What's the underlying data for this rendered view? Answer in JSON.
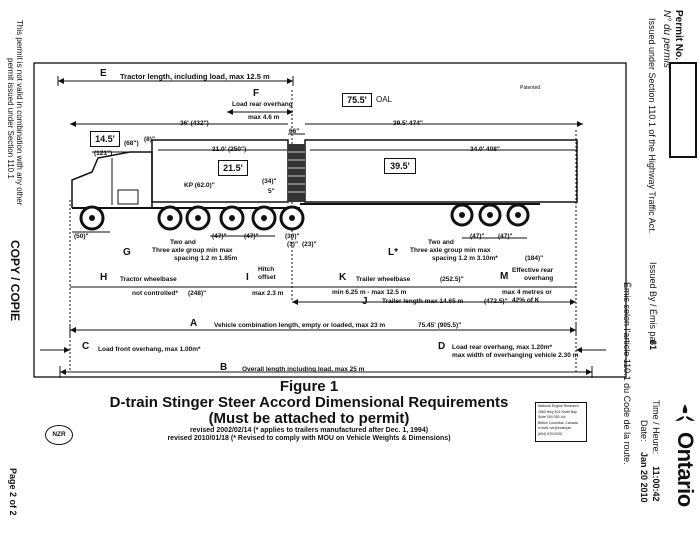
{
  "left_margin": {
    "validity_note_1": "This permit is not valid in combination with any other",
    "validity_note_2": "permit issued under Section 110.1",
    "copy_label": "COPY / COPIE",
    "page_label": "Page 2 of 2"
  },
  "right_margin": {
    "permit_no_label": "Permit No.",
    "permit_no_label_fr": "N° du permis",
    "issued_under": "Issued under Section 110.1 of the Highway Traffic Act.",
    "issued_by_label": "Issued By / Émis par",
    "issued_by_value": "61",
    "issued_under_fr": "Émis selon l'article 110.1 du Code de la route.",
    "time_label": "Time / Heure:",
    "time_value": "11:00:42",
    "date_label": "Date:",
    "date_value": "Jan 20 2010",
    "brand": "Ontario"
  },
  "diagram": {
    "E": "E",
    "E_label": "Tractor length, including load, max 12.5 m",
    "F": "F",
    "F_label_1": "Load rear overhang",
    "F_label_2": "max 4.6 m",
    "oal_value": "75.5'",
    "oal_label": "OAL",
    "patented": "Patented",
    "box_14_5": "14.5'",
    "box_21_5": "21.5'",
    "box_39_5": "39.5'",
    "dim_36": "36' (432\")",
    "dim_39_5": "39.5'  474\"",
    "dim_66": "66\"",
    "dim_21": "21.0' (250\")",
    "dim_34": "34.0'  408\"",
    "dim_68": "(68\")",
    "dim_8": "(8)\"",
    "dim_121": "(121\")",
    "dim_kp": "KP (62.0)\"",
    "dim_34in": "(34)\"",
    "dim_5": "5\"",
    "dim_50": "(50)\"",
    "dim_47a": "(47)\"",
    "dim_47b": "(47)\"",
    "dim_30": "(30)\"",
    "dim_1": "(1)\"",
    "dim_23": "(23)\"",
    "dim_47c": "(47)\"",
    "dim_47d": "(47)\"",
    "dim_184": "(184)\"",
    "G": "G",
    "G_label_1": "Two and",
    "G_label_2": "Three axle group  min max",
    "G_label_3": "spacing  1.2 m  1.85m",
    "L": "L*",
    "L_label_1": "Two and",
    "L_label_2": "Three axle group  min max",
    "L_label_3": "spacing  1.2 m  3.10m*",
    "H": "H",
    "H_label": "Tractor wheelbase",
    "H_sub": "not controlled*",
    "dim_248": "(248)\"",
    "I": "I",
    "I_label_1": "Hitch",
    "I_label_2": "offset",
    "I_sub": "max 2.3 m",
    "K": "K",
    "K_label": "Trailer wheelbase",
    "K_sub": "min 6.25 m - max 12.5 m",
    "dim_252": "(252.5)\"",
    "M": "M",
    "M_label_1": "Effective rear",
    "M_label_2": "overhang",
    "M_sub_1": "max 4 metres or",
    "M_sub_2": "42% of K",
    "J": "J",
    "J_label": "Trailer length max 14.65 m",
    "dim_472": "(472.5)\"",
    "A": "A",
    "A_label": "Vehicle combination length, empty or loaded, max 23 m",
    "dim_905": "75.45' (905.5)\"",
    "C": "C",
    "C_label": "Load front overhang, max 1.00m*",
    "D": "D",
    "D_label_1": "Load rear overhang, max 1.20m*",
    "D_label_2": "max width of overhanging vehicle 2.30 m",
    "B": "B",
    "B_label": "Overall length including load, max 25 m"
  },
  "caption": {
    "figure": "Figure 1",
    "title": "D-train Stinger Steer Accord  Dimensional Requirements",
    "subtitle": "(Must be attached to permit)",
    "rev1": "revised 2002/02/14   (* applies to trailers manufactured after Dec. 1, 1994)",
    "rev2": "revised 2010/01/18  (* Revised to comply with MOU on Vehicle Weights & Dimensions)",
    "stamp": "NZR",
    "company_1": "National Engine Research",
    "company_2": "1860 Hwy 401 North Bay",
    "company_3": "Suite 000 000 Ltd",
    "company_4": "British Columbia, Canada",
    "company_5": "e-mail: nzr@example",
    "company_6": "(604) 579-0000"
  }
}
